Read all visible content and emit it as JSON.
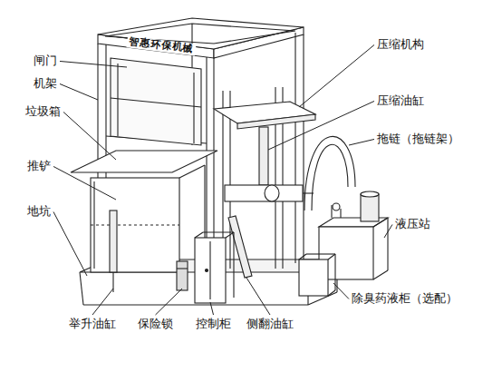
{
  "diagram": {
    "labels": [
      "闸门",
      "机架",
      "智惠环保机械",
      "压缩机构",
      "垃圾箱",
      "压缩油缸",
      "拖链（拖链架）",
      "推铲",
      "地坑",
      "液压站",
      "除臭药液柜（选配）",
      "举升油缸",
      "保险锁",
      "控制柜",
      "侧翻油缸"
    ]
  }
}
